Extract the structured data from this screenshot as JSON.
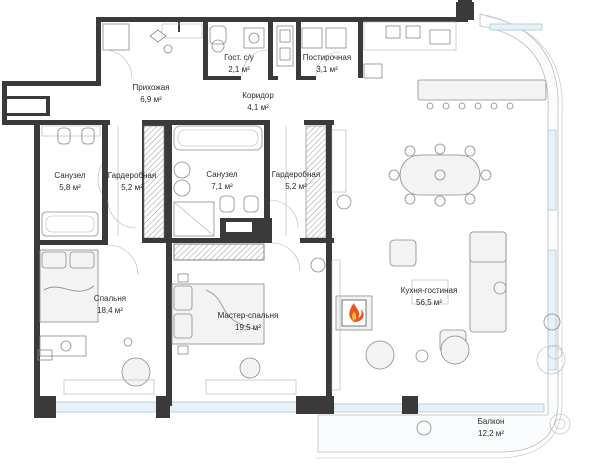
{
  "rooms": [
    {
      "id": "prikhozhaya",
      "name": "Прихожая",
      "area": "6,9 м²"
    },
    {
      "id": "gost-su",
      "name": "Гост. с/у",
      "area": "2,1 м²"
    },
    {
      "id": "postirochnaya",
      "name": "Постирочная",
      "area": "3,1 м²"
    },
    {
      "id": "koridor",
      "name": "Коридор",
      "area": "4,1 м²"
    },
    {
      "id": "sanuzel-1",
      "name": "Санузел",
      "area": "5,8 м²"
    },
    {
      "id": "garderobnaya-1",
      "name": "Гардеробная",
      "area": "5,2 м²"
    },
    {
      "id": "sanuzel-2",
      "name": "Санузел",
      "area": "7,1 м²"
    },
    {
      "id": "garderobnaya-2",
      "name": "Гардеробная",
      "area": "5,2 м²"
    },
    {
      "id": "kukhnya-gostinaya",
      "name": "Кухня-гостиная",
      "area": "56,5 м²"
    },
    {
      "id": "spalnya",
      "name": "Спальня",
      "area": "18,4 м²"
    },
    {
      "id": "master-spalnya",
      "name": "Мастер-спальня",
      "area": "19,5 м²"
    },
    {
      "id": "balkon",
      "name": "Балкон",
      "area": "12,2 м²"
    }
  ],
  "colors": {
    "wall": "#3a3a3a",
    "furniture": "#8a8a8a",
    "glass": "#e6f2f8",
    "fireplace": "#e8541e",
    "background": "#ffffff"
  },
  "icons": [
    "fireplace-icon",
    "plant-icon",
    "dining-table-icon",
    "sofa-icon",
    "bed-icon",
    "bathtub-icon",
    "toilet-icon",
    "sink-icon",
    "shower-icon",
    "wardrobe-icon"
  ]
}
